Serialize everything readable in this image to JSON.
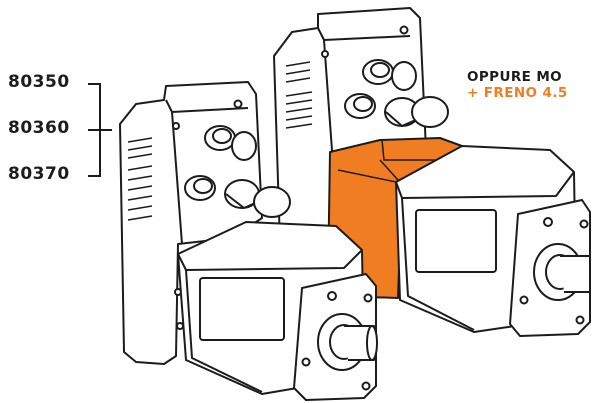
{
  "product_codes": [
    {
      "code": "80350"
    },
    {
      "code": "80360"
    },
    {
      "code": "80370"
    }
  ],
  "callout": {
    "line1": "OPPURE MO",
    "line2": "+ FRENO 4.5"
  },
  "colors": {
    "outline": "#1c1c1c",
    "body": "#ffffff",
    "brake_accent": "#f07d22",
    "shade": "#e6e6e6"
  }
}
